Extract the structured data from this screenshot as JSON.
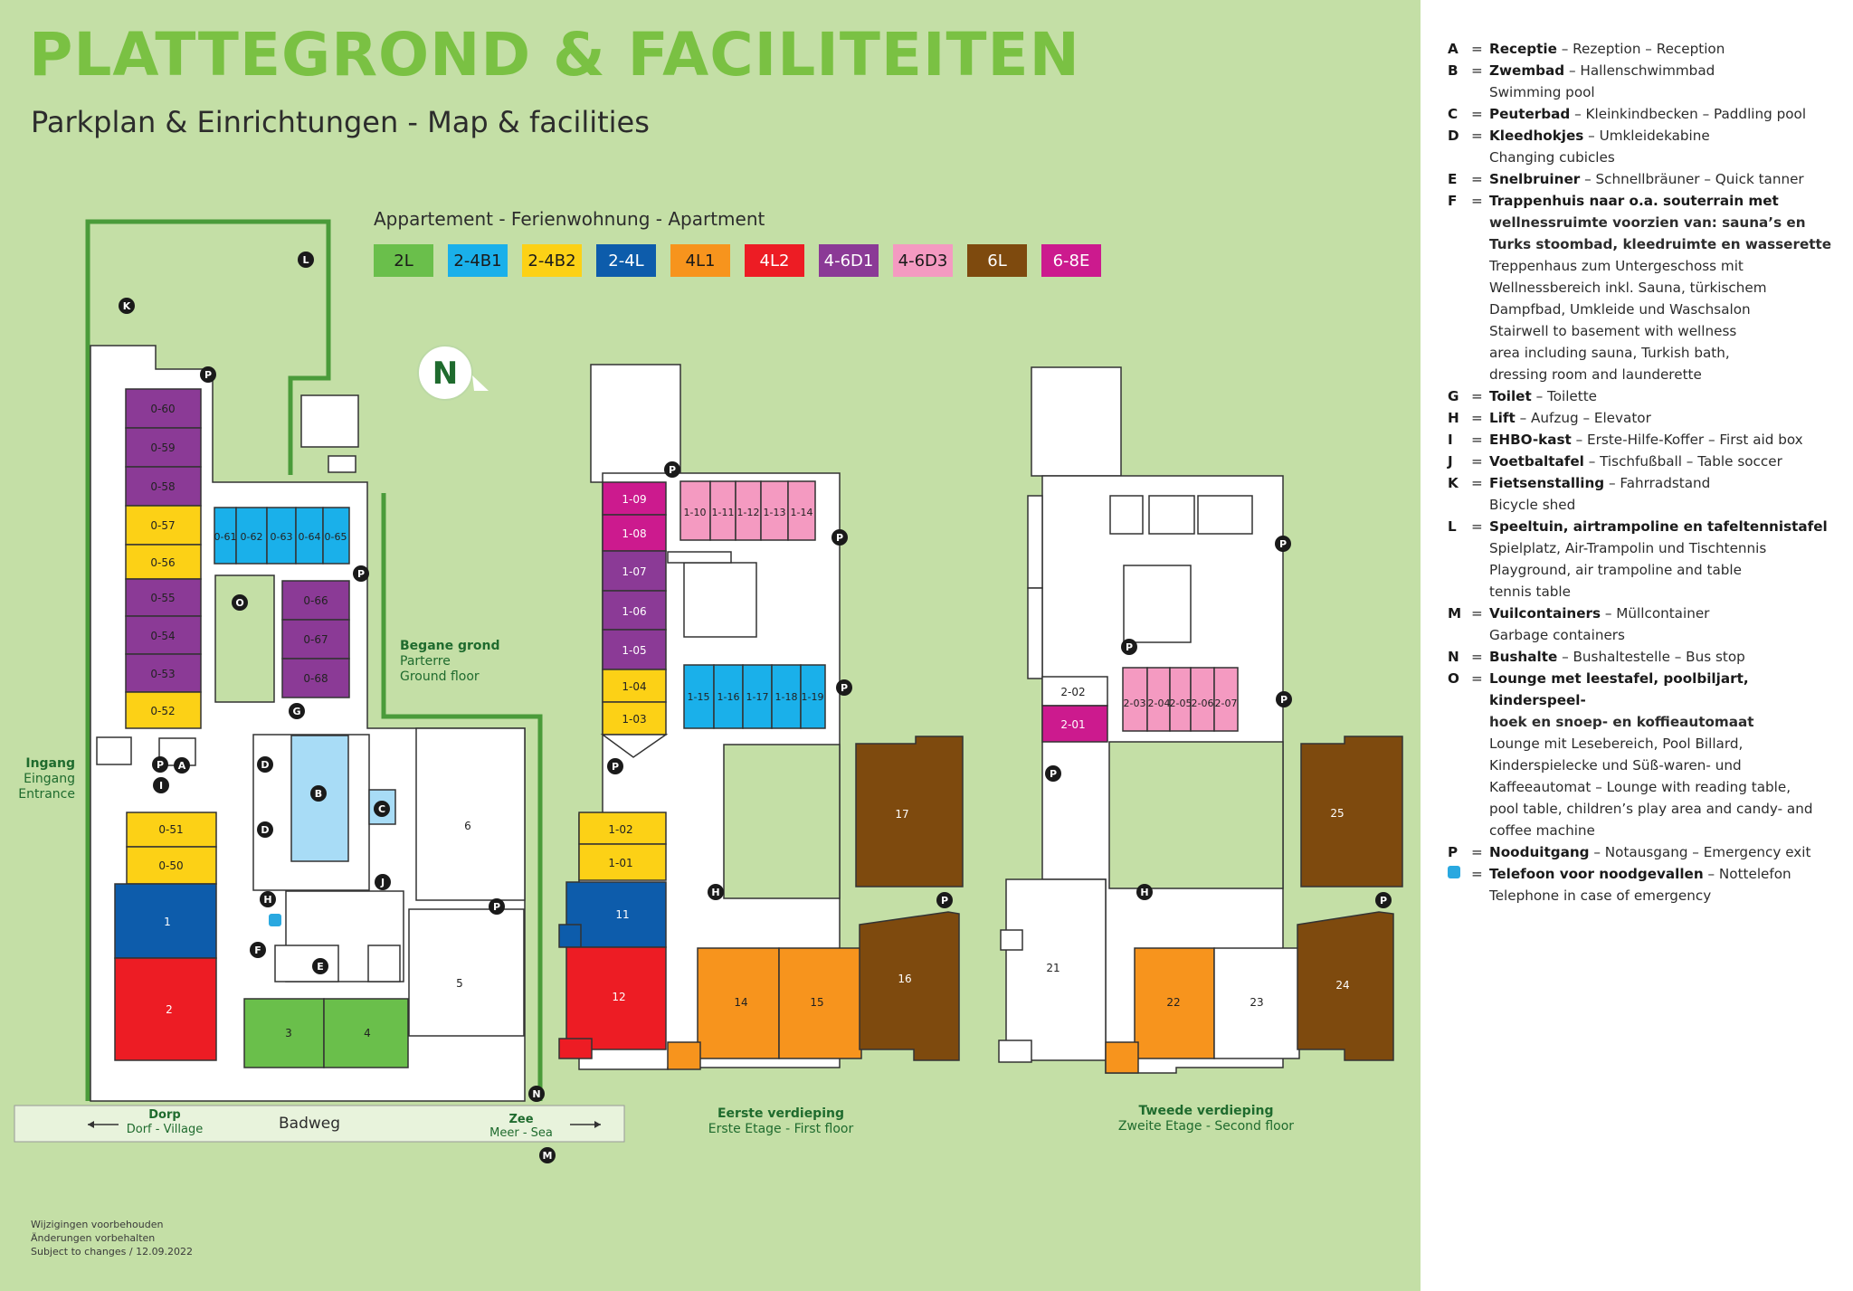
{
  "title": "PLATTEGROND & FACILITEITEN",
  "subtitle": "Parkplan & Einrichtungen  - Map & facilities",
  "apartment_label": "Appartement - Ferienwohnung - Apartment",
  "apartment_types": [
    {
      "code": "2L",
      "color": "#6abf4b"
    },
    {
      "code": "2-4B1",
      "color": "#1ab0ea"
    },
    {
      "code": "2-4B2",
      "color": "#fcd116"
    },
    {
      "code": "2-4L",
      "color": "#0d5cab"
    },
    {
      "code": "4L1",
      "color": "#f7941d"
    },
    {
      "code": "4L2",
      "color": "#ed1c24"
    },
    {
      "code": "4-6D1",
      "color": "#8b3a96"
    },
    {
      "code": "4-6D3",
      "color": "#f49ac1"
    },
    {
      "code": "6L",
      "color": "#7e4a0e"
    },
    {
      "code": "6-8E",
      "color": "#cc1a8e"
    }
  ],
  "floors": {
    "ground": {
      "l1": "Begane grond",
      "l2": "Parterre",
      "l3": "Ground floor"
    },
    "first": {
      "l1": "Eerste verdieping",
      "l2": "Erste Etage - First floor"
    },
    "second": {
      "l1": "Tweede verdieping",
      "l2": "Zweite Etage - Second floor"
    }
  },
  "entrance": {
    "l1": "Ingang",
    "l2": "Eingang",
    "l3": "Entrance"
  },
  "road": {
    "name": "Badweg",
    "village1": "Dorp",
    "village2": "Dorf - Village",
    "sea1": "Zee",
    "sea2": "Meer - Sea"
  },
  "units": {
    "g_0_60": "0-60",
    "g_0_59": "0-59",
    "g_0_58": "0-58",
    "g_0_57": "0-57",
    "g_0_56": "0-56",
    "g_0_55": "0-55",
    "g_0_54": "0-54",
    "g_0_53": "0-53",
    "g_0_52": "0-52",
    "g_0_61": "0-61",
    "g_0_62": "0-62",
    "g_0_63": "0-63",
    "g_0_64": "0-64",
    "g_0_65": "0-65",
    "g_0_66": "0-66",
    "g_0_67": "0-67",
    "g_0_68": "0-68",
    "g_0_51": "0-51",
    "g_0_50": "0-50",
    "g_1": "1",
    "g_2": "2",
    "g_3": "3",
    "g_4": "4",
    "g_5": "5",
    "g_6": "6",
    "f_1_09": "1-09",
    "f_1_08": "1-08",
    "f_1_07": "1-07",
    "f_1_06": "1-06",
    "f_1_05": "1-05",
    "f_1_04": "1-04",
    "f_1_03": "1-03",
    "f_1_02": "1-02",
    "f_1_01": "1-01",
    "f_1_10": "1-10",
    "f_1_11": "1-11",
    "f_1_12": "1-12",
    "f_1_13": "1-13",
    "f_1_14": "1-14",
    "f_1_15": "1-15",
    "f_1_16": "1-16",
    "f_1_17": "1-17",
    "f_1_18": "1-18",
    "f_1_19": "1-19",
    "f_11": "11",
    "f_12": "12",
    "f_14": "14",
    "f_15": "15",
    "f_16": "16",
    "f_17": "17",
    "s_2_02": "2-02",
    "s_2_01": "2-01",
    "s_2_03": "2-03",
    "s_2_04": "2-04",
    "s_2_05": "2-05",
    "s_2_06": "2-06",
    "s_2_07": "2-07",
    "s_21": "21",
    "s_22": "22",
    "s_23": "23",
    "s_24": "24",
    "s_25": "25"
  },
  "markers": {
    "A": "A",
    "B": "B",
    "C": "C",
    "D": "D",
    "E": "E",
    "F": "F",
    "G": "G",
    "H": "H",
    "I": "I",
    "J": "J",
    "K": "K",
    "L": "L",
    "M": "M",
    "N": "N",
    "O": "O",
    "P": "P"
  },
  "disclaimer": [
    "Wijzigingen voorbehouden",
    "Änderungen vorbehalten",
    "Subject to changes / 12.09.2022"
  ],
  "legend": [
    {
      "key": "A",
      "bold": "Receptie",
      "lines": [
        " – Rezeption – Reception"
      ]
    },
    {
      "key": "B",
      "bold": "Zwembad",
      "lines": [
        " – Hallenschwimmbad",
        "Swimming pool"
      ]
    },
    {
      "key": "C",
      "bold": "Peuterbad",
      "lines": [
        " – Kleinkindbecken – Paddling pool"
      ]
    },
    {
      "key": "D",
      "bold": "Kleedhokjes",
      "lines": [
        " – Umkleidekabine",
        "Changing cubicles"
      ]
    },
    {
      "key": "E",
      "bold": "Snelbruiner",
      "lines": [
        " – Schnellbräuner – Quick tanner"
      ]
    },
    {
      "key": "F",
      "bold": "Trappenhuis naar o.a. souterrain met",
      "bold2": [
        "wellnessruimte voorzien van: sauna’s en",
        "Turks stoombad, kleedruimte en wasserette"
      ],
      "lines": [
        "",
        "Treppenhaus zum Untergeschoss mit",
        "Wellnessbereich inkl. Sauna, türkischem",
        "Dampfbad, Umkleide und Waschsalon",
        "Stairwell to basement with wellness",
        "area including sauna, Turkish bath,",
        "dressing room and launderette"
      ]
    },
    {
      "key": "G",
      "bold": "Toilet",
      "lines": [
        " – Toilette"
      ]
    },
    {
      "key": "H",
      "bold": "Lift",
      "lines": [
        " – Aufzug – Elevator"
      ]
    },
    {
      "key": "I",
      "bold": "EHBO-kast",
      "lines": [
        " – Erste-Hilfe-Koffer – First aid box"
      ]
    },
    {
      "key": "J",
      "bold": "Voetbaltafel",
      "lines": [
        " – Tischfußball – Table soccer"
      ]
    },
    {
      "key": "K",
      "bold": "Fietsenstalling",
      "lines": [
        " – Fahrradstand",
        "Bicycle shed"
      ]
    },
    {
      "key": "L",
      "bold": "Speeltuin, airtrampoline en tafeltennistafel",
      "lines": [
        "",
        "Spielplatz, Air-Trampolin und Tischtennis",
        "Playground, air trampoline and table",
        "tennis table"
      ]
    },
    {
      "key": "M",
      "bold": "Vuilcontainers",
      "lines": [
        " – Müllcontainer",
        "Garbage containers"
      ]
    },
    {
      "key": "N",
      "bold": "Bushalte",
      "lines": [
        " – Bushaltestelle – Bus stop"
      ]
    },
    {
      "key": "O",
      "bold": "Lounge met leestafel, poolbiljart, kinderspeel-",
      "bold2": [
        "hoek en snoep- en koffieautomaat"
      ],
      "lines": [
        "",
        "Lounge mit Lesebereich, Pool Billard,",
        "Kinderspielecke und Süß-waren- und",
        "Kaffeeautomat – Lounge with reading table,",
        "pool table, children’s play area and candy- and",
        "coffee machine"
      ]
    },
    {
      "key": "P",
      "bold": "Nooduitgang",
      "lines": [
        " – Notausgang – Emergency exit"
      ]
    },
    {
      "key": "tel",
      "bold": "Telefoon voor noodgevallen",
      "lines": [
        " – Nottelefon",
        "Telephone in case of emergency"
      ]
    }
  ]
}
